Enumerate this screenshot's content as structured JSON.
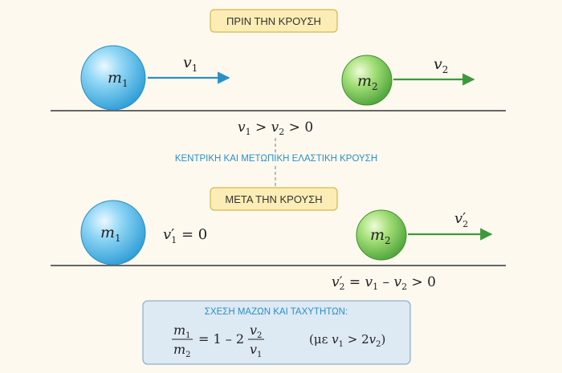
{
  "before": {
    "label": "ΠΡΙΝ ΤΗΝ ΚΡΟΥΣΗ",
    "ball1": {
      "mass": "m",
      "sub": "1"
    },
    "ball2": {
      "mass": "m",
      "sub": "2"
    },
    "v1": {
      "sym": "v",
      "sub": "1"
    },
    "v2": {
      "sym": "v",
      "sub": "2"
    },
    "condition": {
      "a": "v",
      "a_sub": "1",
      "op1": " > ",
      "b": "v",
      "b_sub": "2",
      "op2": " > 0"
    }
  },
  "collision_type": "ΚΕΝΤΡΙΚΗ ΚΑΙ ΜΕΤΩΠΙΚΗ ΕΛΑΣΤΙΚΗ ΚΡΟΥΣΗ",
  "after": {
    "label": "ΜΕΤΑ ΤΗΝ ΚΡΟΥΣΗ",
    "ball1": {
      "mass": "m",
      "sub": "1"
    },
    "ball2": {
      "mass": "m",
      "sub": "2"
    },
    "v1_final": {
      "sym": "v",
      "prime": "′",
      "sub": "1",
      "rest": " = 0"
    },
    "v2_final": {
      "sym": "v",
      "prime": "′",
      "sub": "2"
    },
    "v2_formula": {
      "lhs": "v",
      "lhs_prime": "′",
      "lhs_sub": "2",
      "eq": " = ",
      "a": "v",
      "a_sub": "1",
      "minus": " – ",
      "b": "v",
      "b_sub": "2",
      "tail": " > 0"
    }
  },
  "relation": {
    "title": "ΣΧΕΣΗ ΜΑΖΩΝ ΚΑΙ ΤΑΧΥΤΗΤΩΝ:",
    "num": "m",
    "num_sub": "1",
    "den": "m",
    "den_sub": "2",
    "eq": "= 1 – 2",
    "vnum": "v",
    "vnum_sub": "2",
    "vden": "v",
    "vden_sub": "1",
    "cond_open": "(με ",
    "cond_a": "v",
    "cond_a_sub": "1",
    "cond_gt": " > 2",
    "cond_b": "v",
    "cond_b_sub": "2",
    "cond_close": ")"
  },
  "colors": {
    "background": "#fdf9ef",
    "label_fill": "#fbedb5",
    "label_stroke": "#d8b74e",
    "blue_arrow": "#2a8fc8",
    "green_arrow": "#3c9a3c",
    "type_text": "#2a8fc8",
    "box_fill": "#dde9f3",
    "box_stroke": "#8db3cf"
  }
}
